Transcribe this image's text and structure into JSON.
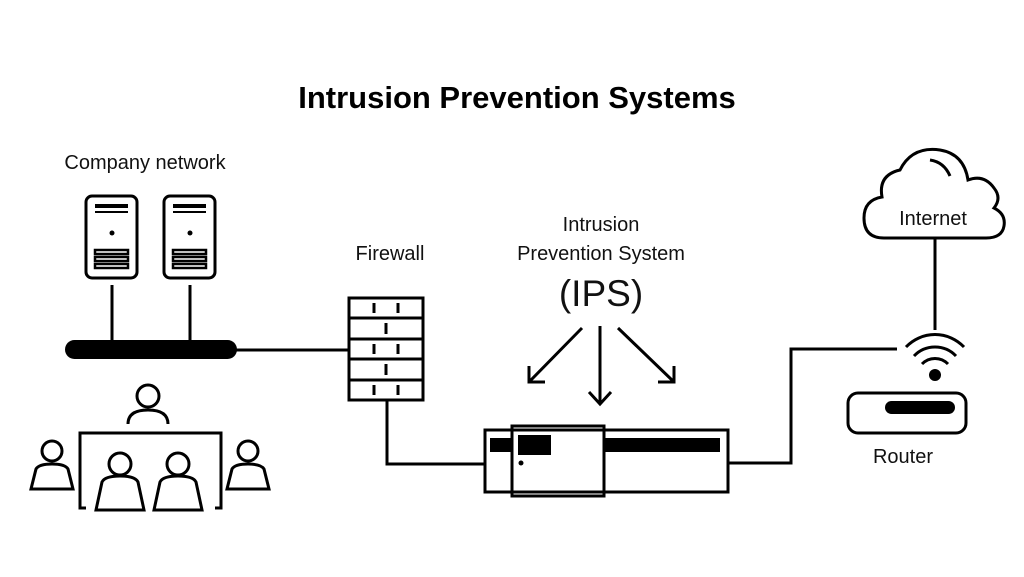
{
  "title": "Intrusion Prevention Systems",
  "labels": {
    "company_network": "Company network",
    "firewall": "Firewall",
    "ips_line1": "Intrusion",
    "ips_line2": "Prevention System",
    "ips_abbr": "(IPS)",
    "internet": "Internet",
    "router": "Router"
  },
  "colors": {
    "stroke": "#000000",
    "background": "#ffffff"
  }
}
